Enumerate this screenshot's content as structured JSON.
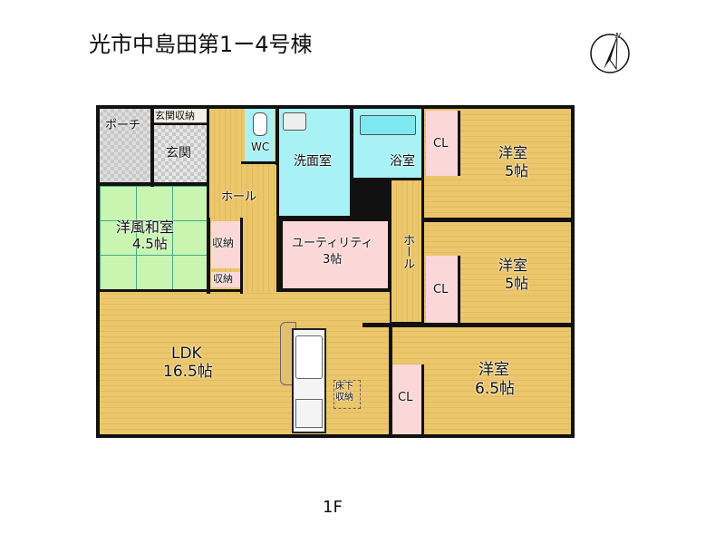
{
  "title": "光市中島田第1ー4号棟",
  "floor": "1F",
  "compass": {
    "label": "N"
  },
  "rooms": {
    "porch": "ポーチ",
    "entrance_storage": "玄関収納",
    "entrance": "玄関",
    "hall_left": "ホール",
    "wc": "WC",
    "washroom": "洗面室",
    "bath": "浴室",
    "japanese_room": {
      "name": "洋風和室",
      "size": "4.5帖"
    },
    "storage1": "収納",
    "storage2": "収納",
    "utility": {
      "name": "ユーティリティ",
      "size": "3帖"
    },
    "hall_right": "ホール",
    "room_top": {
      "name": "洋室",
      "size": "5帖",
      "closet": "CL"
    },
    "room_mid": {
      "name": "洋室",
      "size": "5帖",
      "closet": "CL"
    },
    "ldk": {
      "name": "LDK",
      "size": "16.5帖"
    },
    "underfloor": "床下\n収納",
    "room_bottom": {
      "name": "洋室",
      "size": "6.5帖",
      "closet": "CL"
    }
  },
  "colors": {
    "wood": "#ebc66c",
    "tatami": "#c9f5b0",
    "water": "#a8f2f5",
    "storage": "#fbd7d7"
  }
}
